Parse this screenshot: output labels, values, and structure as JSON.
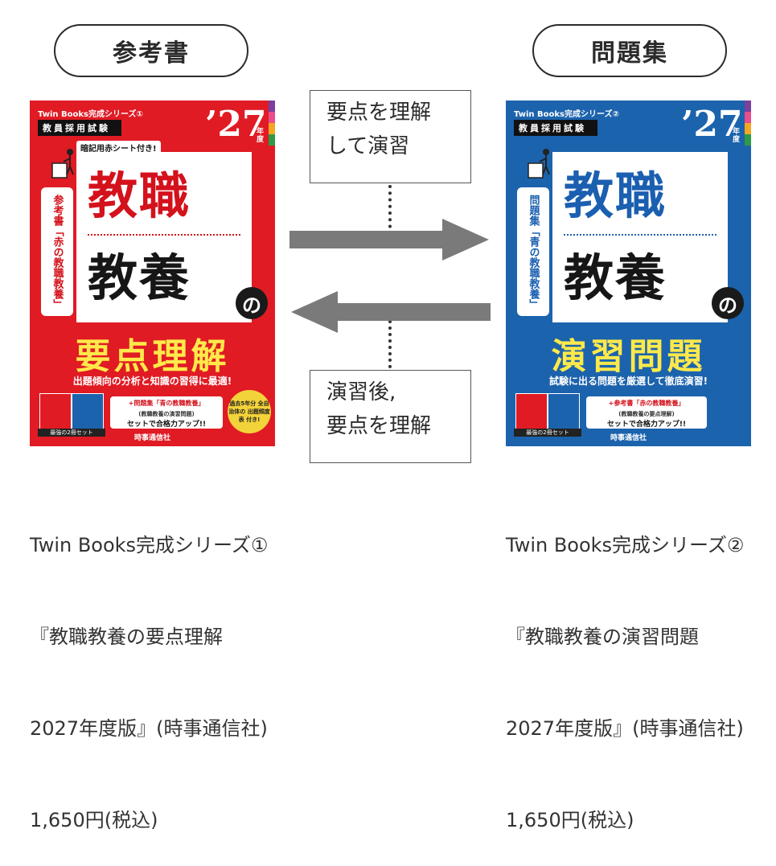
{
  "left_pill": "参考書",
  "right_pill": "問題集",
  "book_left": {
    "series": "Twin Books完成シリーズ①",
    "exam": "教員採用試験",
    "year": "’27",
    "year_suffix": "年度",
    "sticker": "暗記用赤シート付き!",
    "vertical_label": "参考書「赤の教職教養」",
    "title_line1": "教職",
    "title_line2": "教養",
    "no": "の",
    "subtitle": "要点理解",
    "tagline": "出題傾向の分析と知識の習得に最適!",
    "promo_line1": "+問題集「青の教職教養」",
    "promo_line2": "(教職教養の演習問題)",
    "promo_line3": "セットで合格力アップ!!",
    "mini_caption": "最強の2冊セット",
    "badge": "過去5年分 全自治体の 出題頻度表 付き!",
    "publisher": "時事通信社",
    "bg": "#e01b24",
    "title_color": "#d4121c",
    "subtitle_color": "#ffe94a"
  },
  "book_right": {
    "series": "Twin Books完成シリーズ②",
    "exam": "教員採用試験",
    "year": "’27",
    "year_suffix": "年度",
    "vertical_label": "問題集「青の教職教養」",
    "title_line1": "教職",
    "title_line2": "教養",
    "no": "の",
    "subtitle": "演習問題",
    "tagline": "試験に出る問題を厳選して徹底演習!",
    "promo_line1": "+参考書「赤の教職教養」",
    "promo_line2": "(教職教養の要点理解)",
    "promo_line3": "セットで合格力アップ!!",
    "mini_caption": "最強の2冊セット",
    "publisher": "時事通信社",
    "bg": "#1c63ad",
    "title_color": "#1b5fb0",
    "subtitle_color": "#ffe94a"
  },
  "note_top": {
    "line1": "要点を理解",
    "line2": "して演習"
  },
  "note_bottom": {
    "line1": "演習後,",
    "line2": "要点を理解"
  },
  "caption_left": {
    "line1": "Twin Books完成シリーズ①",
    "line2": "『教職教養の要点理解",
    "line3": "2027年度版』(時事通信社)",
    "line4": "1,650円(税込)"
  },
  "caption_right": {
    "line1": "Twin Books完成シリーズ②",
    "line2": "『教職教養の演習問題",
    "line3": "2027年度版』(時事通信社)",
    "line4": "1,650円(税込)"
  },
  "colors": {
    "arrow": "#7a7a7a",
    "pill_border": "#2b2b2b"
  }
}
